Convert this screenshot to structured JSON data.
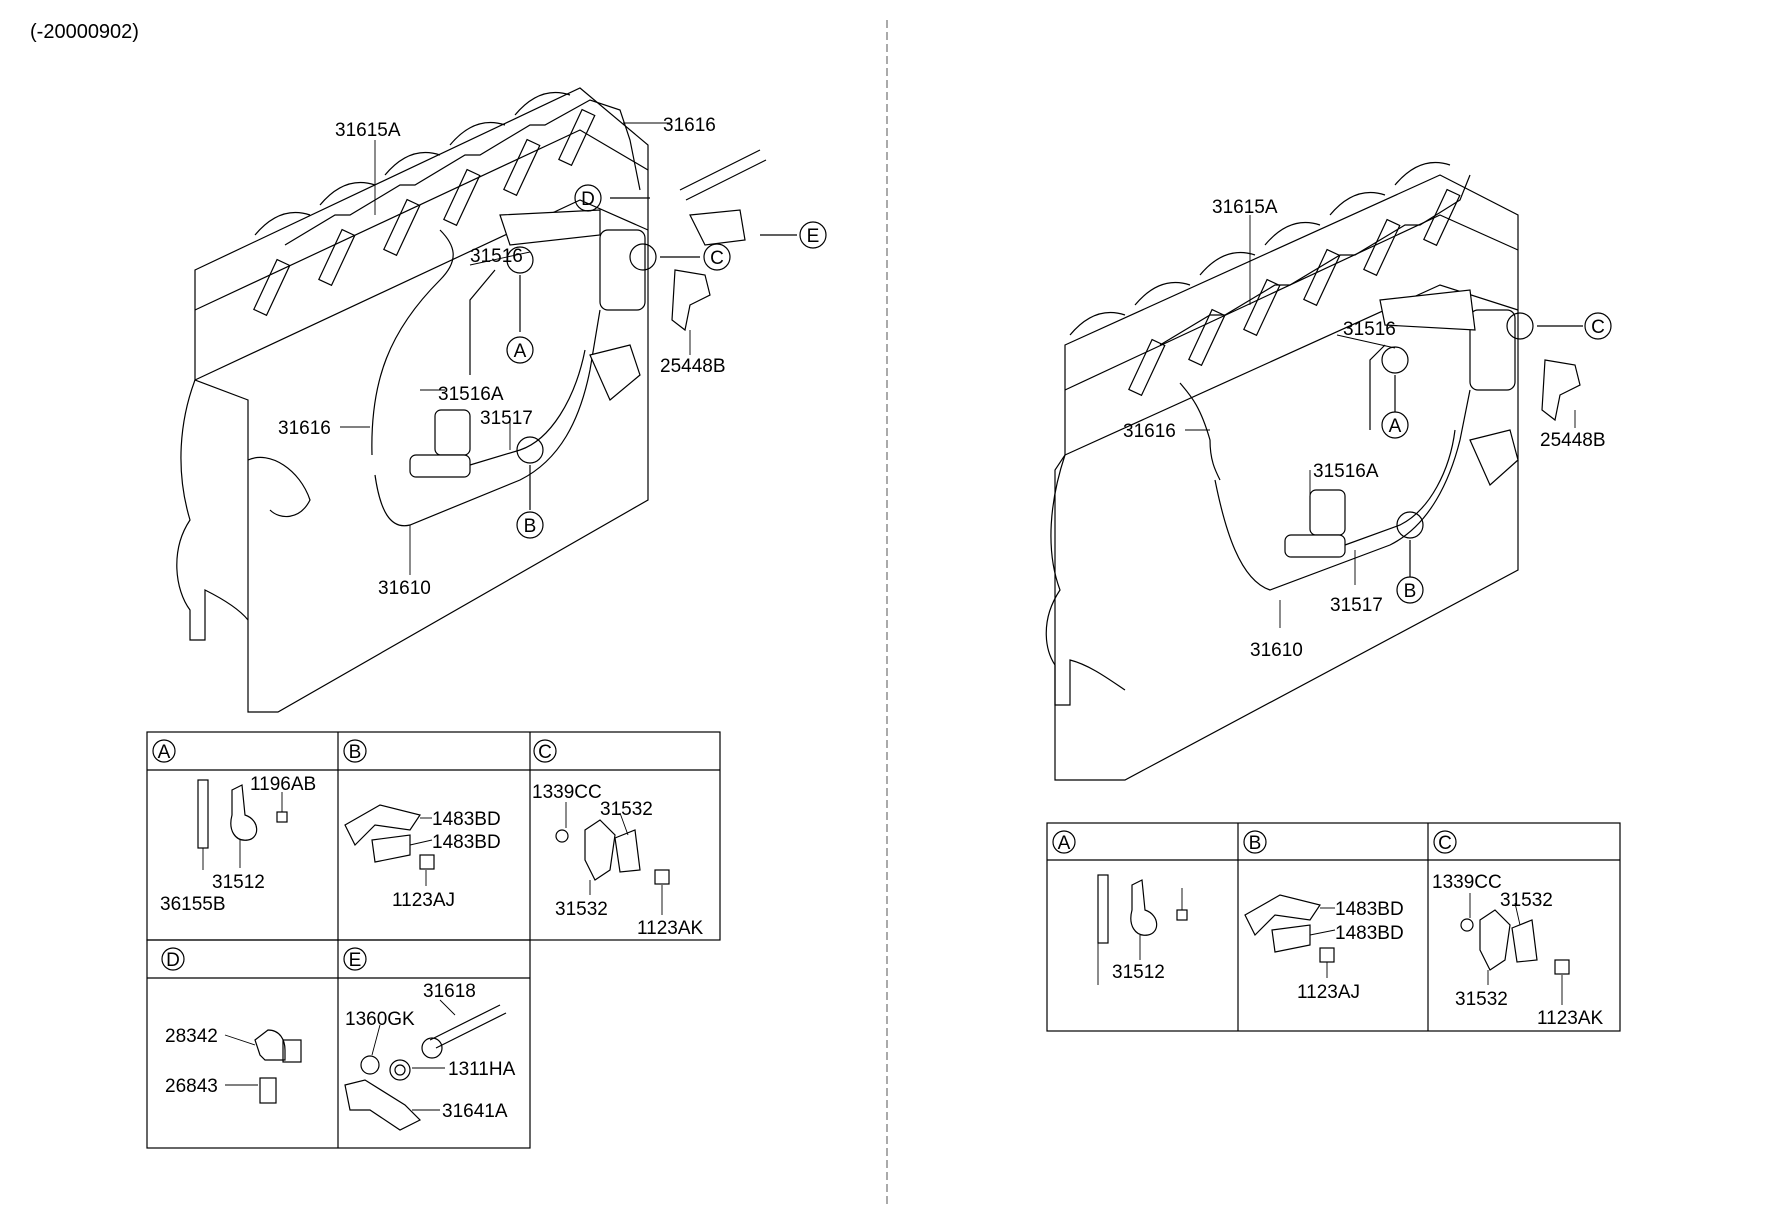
{
  "header": {
    "date_range": "(-20000902)"
  },
  "left_diagram": {
    "callouts": {
      "p31615A": "31615A",
      "p31616_top": "31616",
      "p31516": "31516",
      "p31516A": "31516A",
      "p31616_left": "31616",
      "p31517": "31517",
      "p31610": "31610",
      "p25448B": "25448B"
    },
    "markers": {
      "A": "A",
      "B": "B",
      "C": "C",
      "D": "D",
      "E": "E"
    }
  },
  "right_diagram": {
    "callouts": {
      "p31615A": "31615A",
      "p31516": "31516",
      "p31616": "31616",
      "p31516A": "31516A",
      "p31517": "31517",
      "p31610": "31610",
      "p25448B": "25448B"
    },
    "markers": {
      "A": "A",
      "B": "B",
      "C": "C"
    }
  },
  "left_detail_table": {
    "A": {
      "header": "A",
      "parts": [
        "1196AB",
        "31512",
        "36155B"
      ]
    },
    "B": {
      "header": "B",
      "parts": [
        "1483BD",
        "1483BD",
        "1123AJ"
      ]
    },
    "C": {
      "header": "C",
      "parts": [
        "1339CC",
        "31532",
        "31532",
        "1123AK"
      ]
    },
    "D": {
      "header": "D",
      "parts": [
        "28342",
        "26843"
      ]
    },
    "E": {
      "header": "E",
      "parts": [
        "31618",
        "1360GK",
        "1311HA",
        "31641A"
      ]
    }
  },
  "right_detail_table": {
    "A": {
      "header": "A",
      "parts": [
        "31512"
      ]
    },
    "B": {
      "header": "B",
      "parts": [
        "1483BD",
        "1483BD",
        "1123AJ"
      ]
    },
    "C": {
      "header": "C",
      "parts": [
        "1339CC",
        "31532",
        "31532",
        "1123AK"
      ]
    }
  }
}
